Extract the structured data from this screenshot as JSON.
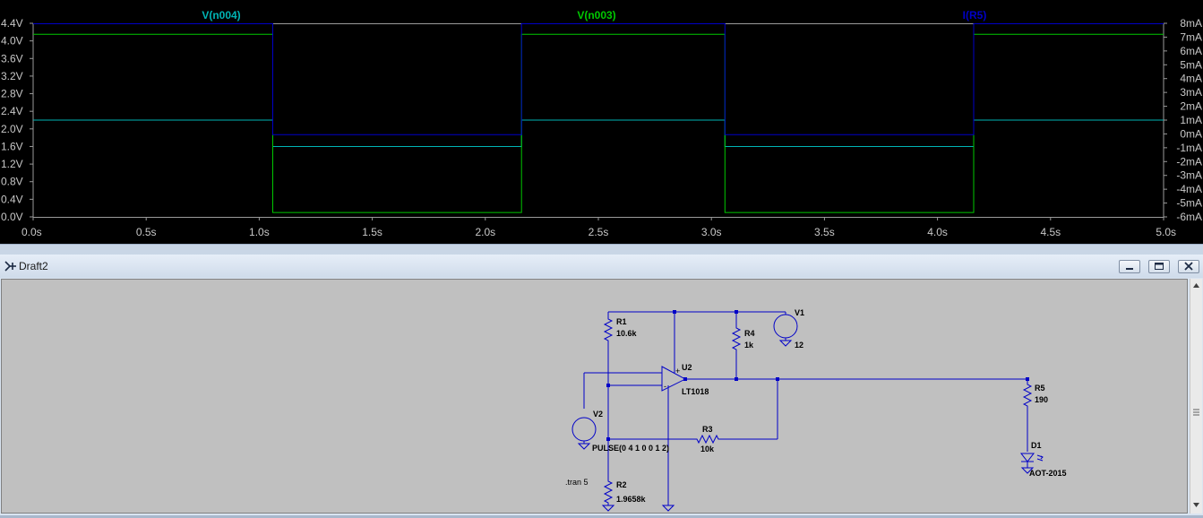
{
  "plot": {
    "traces": [
      {
        "name": "V(n004)",
        "color": "#00b4b4"
      },
      {
        "name": "V(n003)",
        "color": "#00c800"
      },
      {
        "name": "I(R5)",
        "color": "#0000c8"
      }
    ],
    "left_axis_ticks": [
      "4.4V",
      "4.0V",
      "3.6V",
      "3.2V",
      "2.8V",
      "2.4V",
      "2.0V",
      "1.6V",
      "1.2V",
      "0.8V",
      "0.4V",
      "0.0V"
    ],
    "right_axis_ticks": [
      "8mA",
      "7mA",
      "6mA",
      "5mA",
      "4mA",
      "3mA",
      "2mA",
      "1mA",
      "0mA",
      "-1mA",
      "-2mA",
      "-3mA",
      "-4mA",
      "-5mA",
      "-6mA"
    ],
    "x_axis_ticks": [
      "0.0s",
      "0.5s",
      "1.0s",
      "1.5s",
      "2.0s",
      "2.5s",
      "3.0s",
      "3.5s",
      "4.0s",
      "4.5s",
      "5.0s"
    ]
  },
  "chart_data": {
    "type": "line",
    "x_unit": "s",
    "xlim": [
      0,
      5
    ],
    "left_ylim": [
      0,
      4.4
    ],
    "right_ylim": [
      -6,
      8
    ],
    "grid": false,
    "series": [
      {
        "name": "V(n004)",
        "axis": "left",
        "x": [
          0,
          1.06,
          1.06,
          2.16,
          2.16,
          3.06,
          3.06,
          4.16,
          4.16,
          5.0
        ],
        "y": [
          2.2,
          2.2,
          1.6,
          1.6,
          2.2,
          2.2,
          1.6,
          1.6,
          2.2,
          2.2
        ]
      },
      {
        "name": "V(n003)",
        "axis": "left",
        "x": [
          0,
          1.06,
          1.06,
          2.16,
          2.16,
          3.06,
          3.06,
          4.16,
          4.16,
          5.0
        ],
        "y": [
          4.15,
          4.15,
          0.1,
          0.1,
          4.15,
          4.15,
          0.1,
          0.1,
          4.15,
          4.15
        ]
      },
      {
        "name": "I(R5)",
        "axis": "right",
        "x": [
          0,
          1.06,
          1.06,
          2.16,
          2.16,
          3.06,
          3.06,
          4.16,
          4.16,
          5.0
        ],
        "y": [
          7.97,
          7.97,
          -0.05,
          -0.05,
          7.97,
          7.97,
          -0.05,
          -0.05,
          7.97,
          7.97
        ]
      }
    ]
  },
  "schematic_window": {
    "title": "Draft2",
    "buttons": [
      "minimize",
      "restore",
      "close"
    ]
  },
  "schematic": {
    "labels": {
      "r1_name": "R1",
      "r1_value": "10.6k",
      "r2_name": "R2",
      "r2_value": "1.9658k",
      "r3_name": "R3",
      "r3_value": "10k",
      "r4_name": "R4",
      "r4_value": "1k",
      "r5_name": "R5",
      "r5_value": "190",
      "v1_name": "V1",
      "v1_value": "12",
      "v2_name": "V2",
      "v2_value": "PULSE(0 4 1 0 0 1 2)",
      "u2_name": "U2",
      "u2_value": "LT1018",
      "d1_name": "D1",
      "d1_value": "AOT-2015",
      "directive": ".tran 5",
      "opamp_plus": "+",
      "opamp_minus": "-"
    }
  }
}
